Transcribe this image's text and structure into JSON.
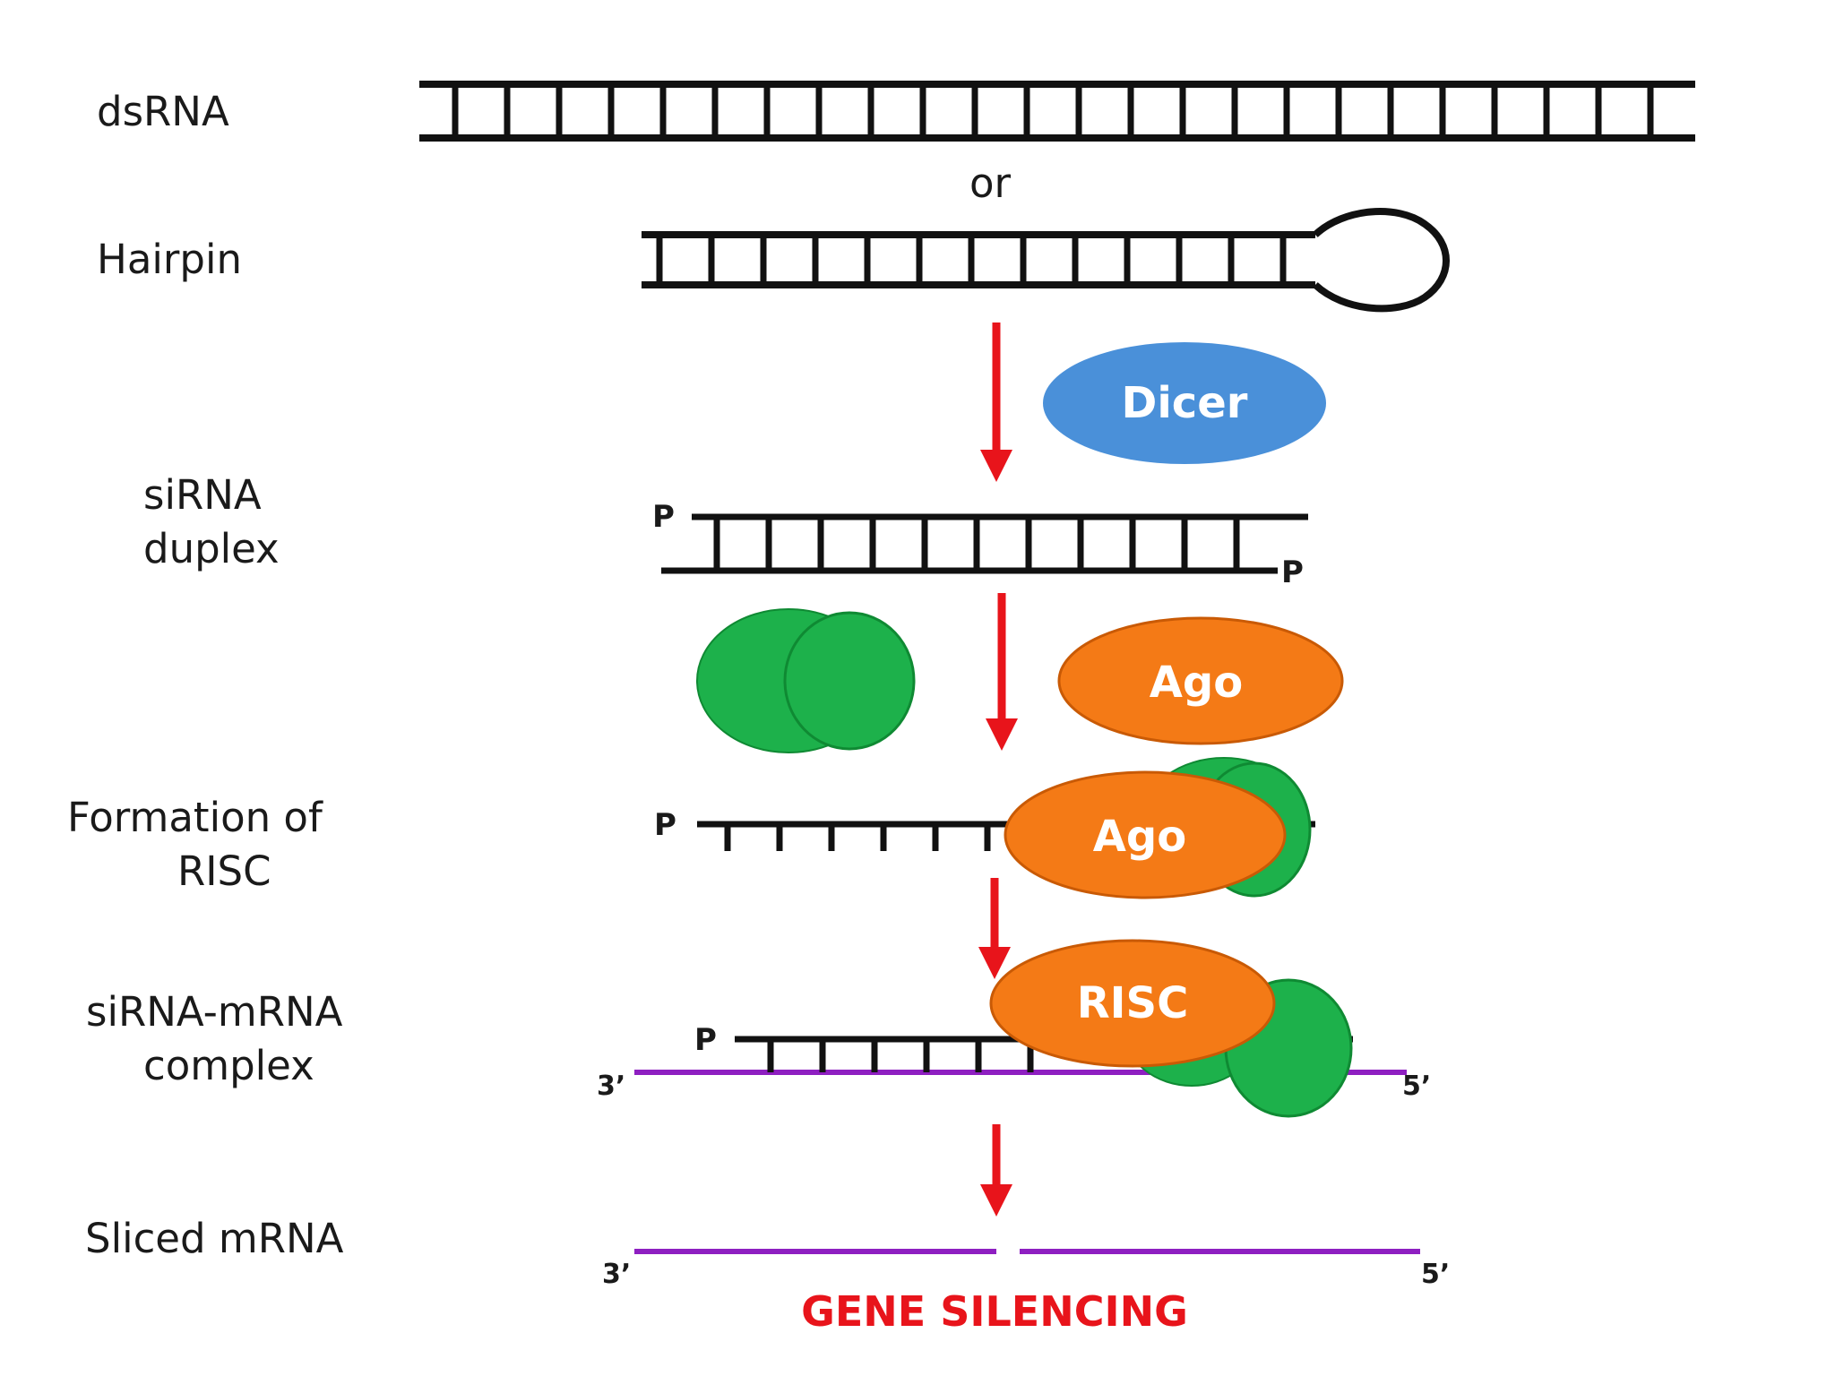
{
  "labels": {
    "dsrna": "dsRNA",
    "or": "or",
    "hairpin": "Hairpin",
    "sirna_duplex": [
      "siRNA",
      "duplex"
    ],
    "risc_formation": [
      "Formation of",
      "RISC"
    ],
    "sirna_mrna_complex": [
      "siRNA-mRNA",
      "complex"
    ],
    "sliced_mrna": "Sliced mRNA"
  },
  "enzymes": {
    "dicer": "Dicer",
    "ago": "Ago",
    "ago_bound": "Ago",
    "risc": "RISC"
  },
  "markers": {
    "phosphate": "P",
    "three_prime": "3’",
    "five_prime": "5’"
  },
  "result": "GENE SILENCING",
  "colors": {
    "strand": "#111111",
    "arrow": "#e8141b",
    "dicer": "#4a90d9",
    "ago": "#f47a16",
    "partner_protein": "#1db14b",
    "mrna": "#8e1fc1",
    "result_text": "#e8141b"
  }
}
